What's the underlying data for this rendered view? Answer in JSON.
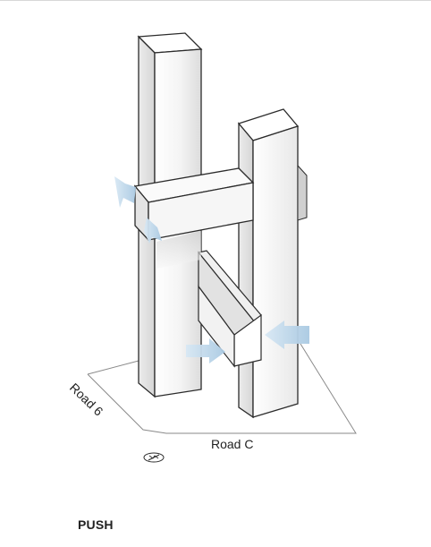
{
  "labels": {
    "road_west": "Road 6",
    "road_south": "Road C"
  },
  "caption": "PUSH",
  "icons": [
    "north-arrow-icon",
    "push-arrow-icon"
  ],
  "colors": {
    "outline": "#2b2b2b",
    "box_face_light": "#fbfbfb",
    "box_face_shade": "#e6e6e6",
    "arrow": "#bcd6ea",
    "site_line": "#8a8a8a"
  }
}
